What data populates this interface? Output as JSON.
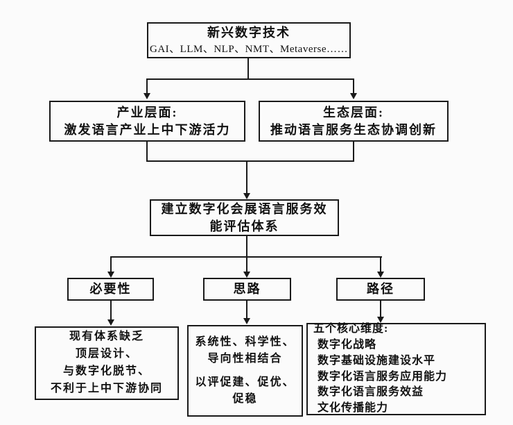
{
  "colors": {
    "line": "#1a1a1a",
    "background": "#fbfbfb",
    "text": "#111111"
  },
  "diagram_type": "flowchart",
  "boxes": {
    "tech": {
      "title": "新兴数字技术",
      "subtitle": "GAI、LLM、NLP、NMT、Metaverse……"
    },
    "industry": {
      "lines": [
        "产业层面:",
        "激发语言产业上中下游活力"
      ]
    },
    "ecology": {
      "lines": [
        "生态层面:",
        "推动语言服务生态协调创新"
      ]
    },
    "system": {
      "lines": [
        "建立数字化会展语言服务效",
        "能评估体系"
      ]
    },
    "necessity": {
      "label": "必要性"
    },
    "approach": {
      "label": "思路"
    },
    "pathway": {
      "label": "路径"
    },
    "necessity_detail": {
      "lines": [
        "现有体系缺乏",
        "顶层设计、",
        "与数字化脱节、",
        "不利于上中下游协同"
      ]
    },
    "approach_detail": {
      "group1": [
        "系统性、科学性、",
        "导向性相结合"
      ],
      "group2": [
        "以评促建、促优、",
        "促稳"
      ]
    },
    "pathway_detail": {
      "heading": "五个核心维度:",
      "items": [
        "数字化战略",
        "数字基础设施建设水平",
        "数字化语言服务应用能力",
        "数字化语言服务效益",
        "文化传播能力"
      ]
    }
  }
}
